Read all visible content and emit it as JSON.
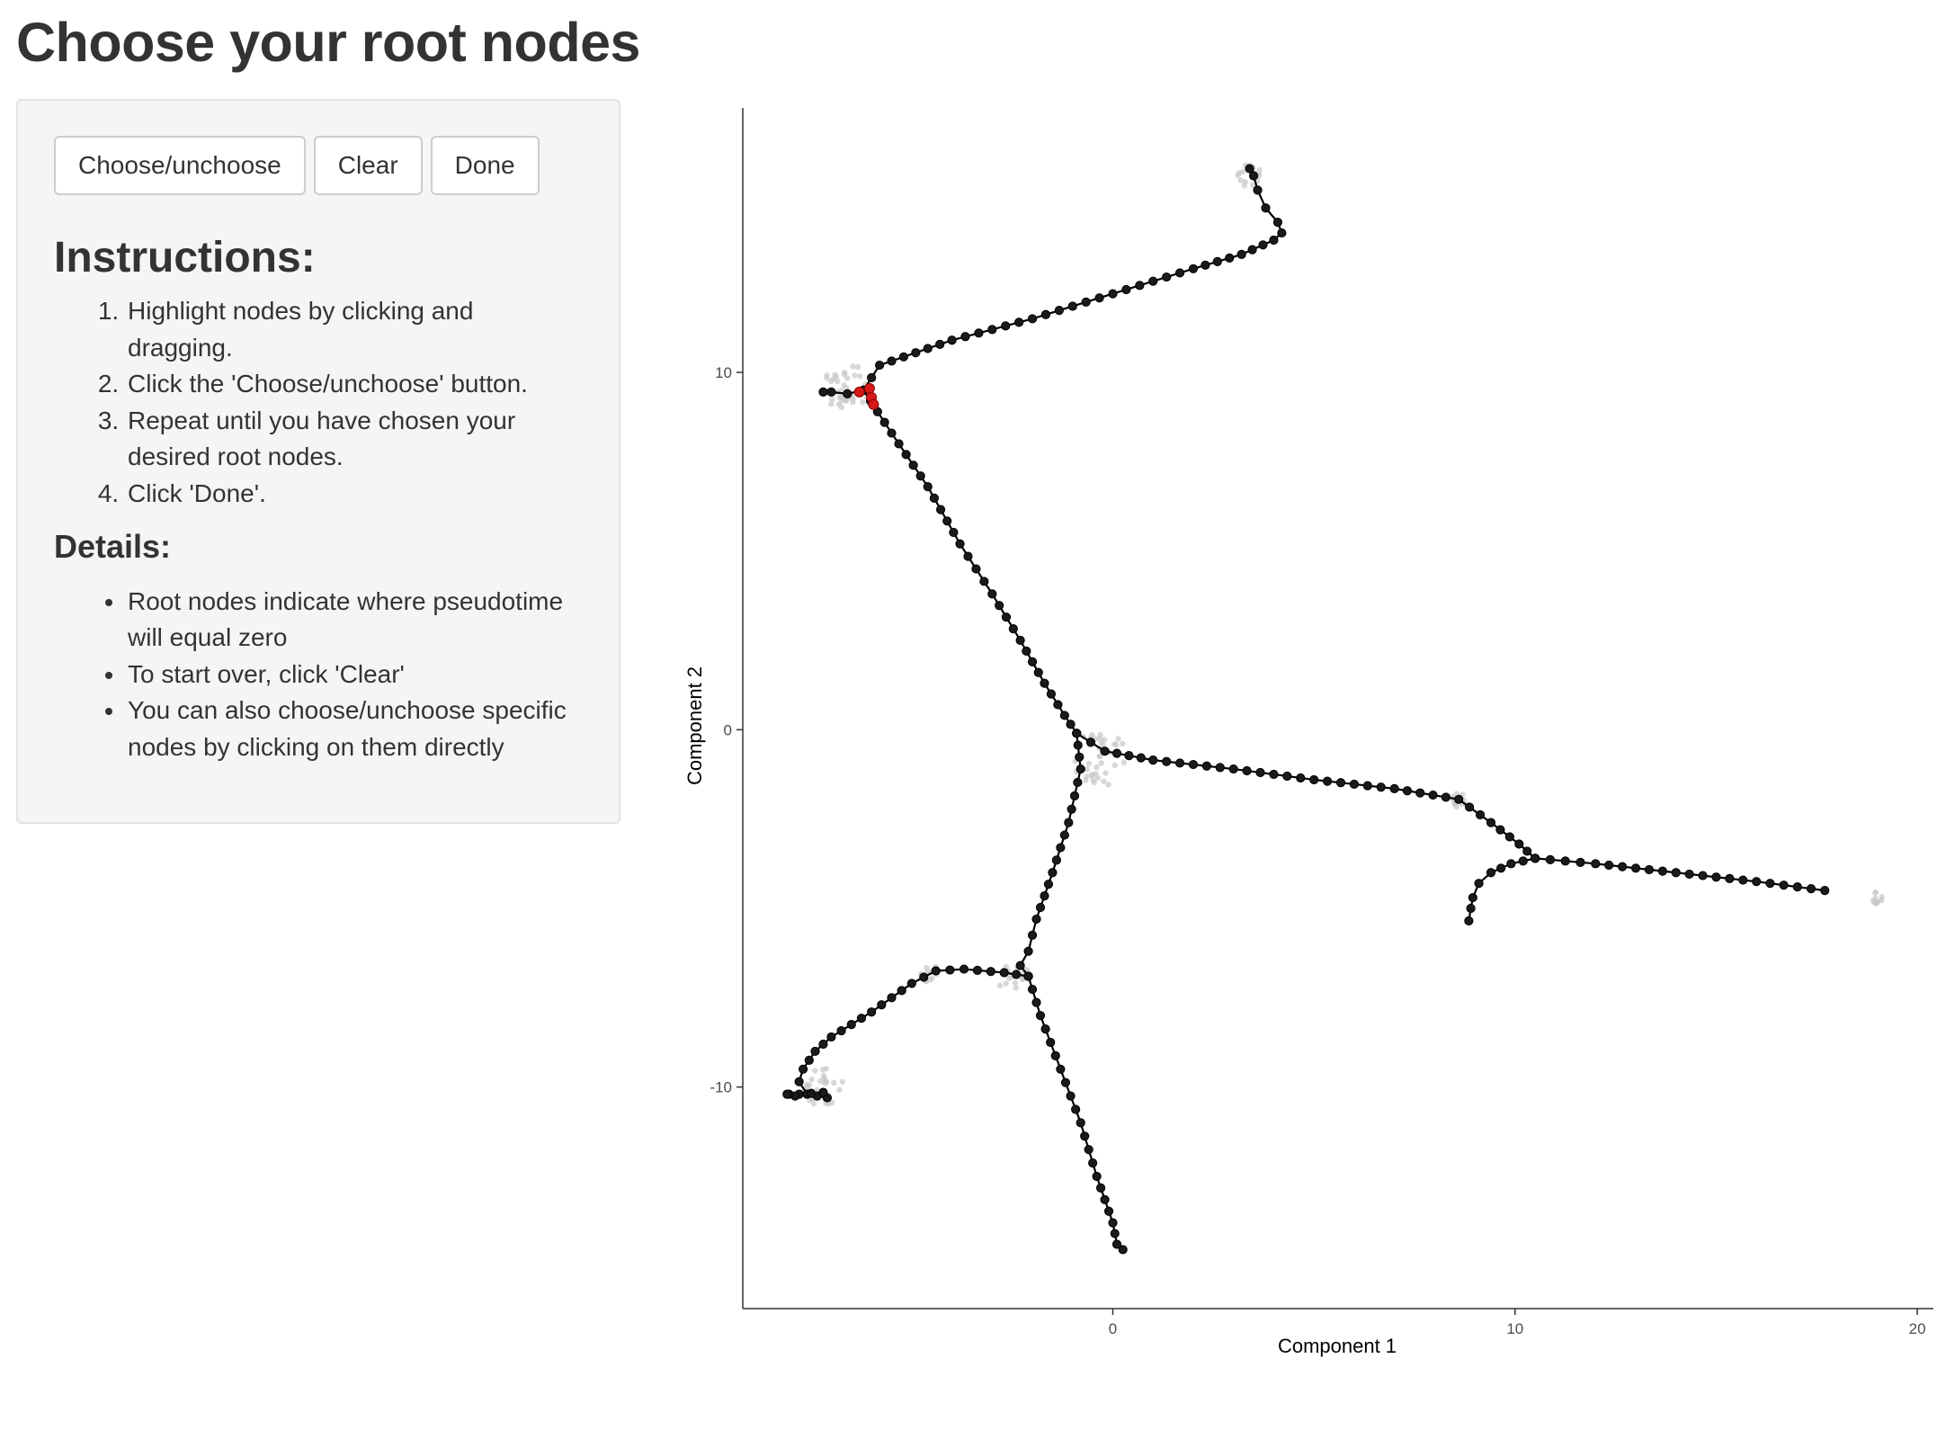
{
  "page": {
    "title": "Choose your root nodes"
  },
  "controls": {
    "choose_label": "Choose/unchoose",
    "clear_label": "Clear",
    "done_label": "Done"
  },
  "instructions": {
    "heading": "Instructions:",
    "steps": [
      "Highlight nodes by clicking and dragging.",
      "Click the 'Choose/unchoose' button.",
      "Repeat until you have chosen your desired root nodes.",
      "Click 'Done'."
    ]
  },
  "details": {
    "heading": "Details:",
    "bullets": [
      "Root nodes indicate where pseudotime will equal zero",
      "To start over, click 'Clear'",
      "You can also choose/unchoose specific nodes by clicking on them directly"
    ]
  },
  "chart_data": {
    "type": "scatter",
    "title": "",
    "xlabel": "Component 1",
    "ylabel": "Component 2",
    "xlim": [
      -9.2,
      20.4
    ],
    "ylim": [
      -16.2,
      17.4
    ],
    "x_ticks": [
      "0",
      "10",
      "20"
    ],
    "x_tick_values": [
      0,
      10,
      20
    ],
    "y_ticks": [
      "10",
      "0",
      "-10"
    ],
    "y_tick_values": [
      10,
      0,
      -10
    ],
    "grid": false,
    "colors": {
      "node": "#1a1a1a",
      "edge": "#000000",
      "cell": "#c8c8c8",
      "selected": "#d7191c"
    },
    "trajectory_branches": [
      {
        "points": [
          [
            -6.2,
            9.5
          ],
          [
            -5.8,
            10.2
          ],
          [
            -4.0,
            10.9
          ],
          [
            -2.0,
            11.5
          ],
          [
            0.0,
            12.2
          ],
          [
            2.0,
            12.9
          ],
          [
            3.2,
            13.3
          ],
          [
            4.0,
            13.7
          ],
          [
            4.2,
            13.9
          ],
          [
            4.1,
            14.2
          ],
          [
            3.8,
            14.6
          ],
          [
            3.6,
            15.1
          ],
          [
            3.5,
            15.5
          ],
          [
            3.4,
            15.7
          ]
        ]
      },
      {
        "points": [
          [
            -6.2,
            9.5
          ],
          [
            -5.5,
            8.3
          ],
          [
            -4.6,
            6.8
          ],
          [
            -3.8,
            5.2
          ],
          [
            -3.0,
            3.8
          ],
          [
            -2.3,
            2.5
          ],
          [
            -1.7,
            1.3
          ],
          [
            -1.2,
            0.4
          ],
          [
            -0.9,
            -0.1
          ]
        ]
      },
      {
        "points": [
          [
            -6.2,
            9.5
          ],
          [
            -6.6,
            9.4
          ],
          [
            -7.0,
            9.45
          ],
          [
            -7.2,
            9.45
          ]
        ]
      },
      {
        "points": [
          [
            -0.9,
            -0.1
          ],
          [
            -0.2,
            -0.6
          ],
          [
            1.0,
            -0.85
          ],
          [
            3.0,
            -1.1
          ],
          [
            5.0,
            -1.4
          ],
          [
            7.0,
            -1.65
          ],
          [
            8.6,
            -1.95
          ],
          [
            9.4,
            -2.6
          ],
          [
            10.1,
            -3.2
          ],
          [
            10.5,
            -3.6
          ]
        ]
      },
      {
        "points": [
          [
            10.5,
            -3.6
          ],
          [
            12.0,
            -3.75
          ],
          [
            14.0,
            -4.0
          ],
          [
            16.0,
            -4.25
          ],
          [
            17.7,
            -4.5
          ]
        ]
      },
      {
        "points": [
          [
            10.5,
            -3.6
          ],
          [
            9.9,
            -3.75
          ],
          [
            9.4,
            -4.0
          ],
          [
            9.1,
            -4.3
          ],
          [
            8.95,
            -4.7
          ],
          [
            8.9,
            -5.0
          ],
          [
            8.85,
            -5.35
          ]
        ]
      },
      {
        "points": [
          [
            -0.9,
            -0.1
          ],
          [
            -0.8,
            -1.1
          ],
          [
            -1.1,
            -2.6
          ],
          [
            -1.5,
            -4.0
          ],
          [
            -1.9,
            -5.3
          ],
          [
            -2.1,
            -6.2
          ],
          [
            -2.3,
            -6.6
          ],
          [
            -2.1,
            -6.9
          ]
        ]
      },
      {
        "points": [
          [
            -2.1,
            -6.9
          ],
          [
            -2.7,
            -6.8
          ],
          [
            -3.7,
            -6.7
          ],
          [
            -4.4,
            -6.75
          ],
          [
            -5.0,
            -7.1
          ],
          [
            -6.0,
            -7.9
          ],
          [
            -7.0,
            -8.6
          ],
          [
            -7.4,
            -9.0
          ],
          [
            -7.7,
            -9.5
          ],
          [
            -7.8,
            -9.85
          ],
          [
            -7.6,
            -10.2
          ],
          [
            -7.1,
            -10.3
          ],
          [
            -7.2,
            -10.15
          ],
          [
            -7.8,
            -10.2
          ],
          [
            -7.9,
            -10.25
          ],
          [
            -8.05,
            -10.2
          ],
          [
            -8.1,
            -10.2
          ]
        ]
      },
      {
        "points": [
          [
            -2.1,
            -6.9
          ],
          [
            -1.8,
            -8.0
          ],
          [
            -1.3,
            -9.5
          ],
          [
            -0.8,
            -11.0
          ],
          [
            -0.4,
            -12.5
          ],
          [
            0.0,
            -13.8
          ],
          [
            0.1,
            -14.4
          ],
          [
            0.25,
            -14.55
          ]
        ]
      }
    ],
    "selected_root_nodes": [
      [
        -6.3,
        9.45
      ],
      [
        -6.05,
        9.55
      ],
      [
        -6.0,
        9.3
      ],
      [
        -5.95,
        9.1
      ]
    ],
    "cell_clusters": [
      {
        "x": -6.6,
        "y": 9.6,
        "count": 40,
        "spread": 0.6
      },
      {
        "x": 3.4,
        "y": 15.5,
        "count": 18,
        "spread": 0.3
      },
      {
        "x": -0.3,
        "y": -0.8,
        "count": 40,
        "spread": 0.7
      },
      {
        "x": 8.6,
        "y": -2.0,
        "count": 14,
        "spread": 0.2
      },
      {
        "x": 19.0,
        "y": -4.7,
        "count": 10,
        "spread": 0.15
      },
      {
        "x": -7.2,
        "y": -10.0,
        "count": 30,
        "spread": 0.5
      },
      {
        "x": -4.6,
        "y": -6.8,
        "count": 10,
        "spread": 0.25
      },
      {
        "x": -2.5,
        "y": -6.8,
        "count": 14,
        "spread": 0.45
      }
    ]
  }
}
